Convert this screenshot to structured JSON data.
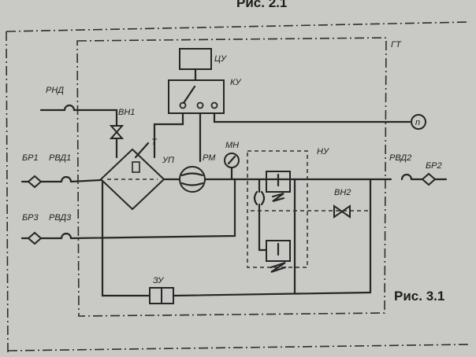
{
  "figure": {
    "top_caption": "Рис. 2.1",
    "caption": "Рис. 3.1"
  },
  "labels": {
    "gt": "ГТ",
    "tsu": "ЦУ",
    "ku": "КУ",
    "rnd": "РНД",
    "vn1": "ВН1",
    "t": "Т",
    "up": "УП",
    "rm": "РМ",
    "mn": "МН",
    "nu": "НУ",
    "br1": "БР1",
    "rvd1": "РВД1",
    "br3": "БР3",
    "rvd3": "РВД3",
    "rvd2": "РВД2",
    "br2": "БР2",
    "vn2": "ВН2",
    "zu": "ЗУ",
    "n": "n"
  }
}
